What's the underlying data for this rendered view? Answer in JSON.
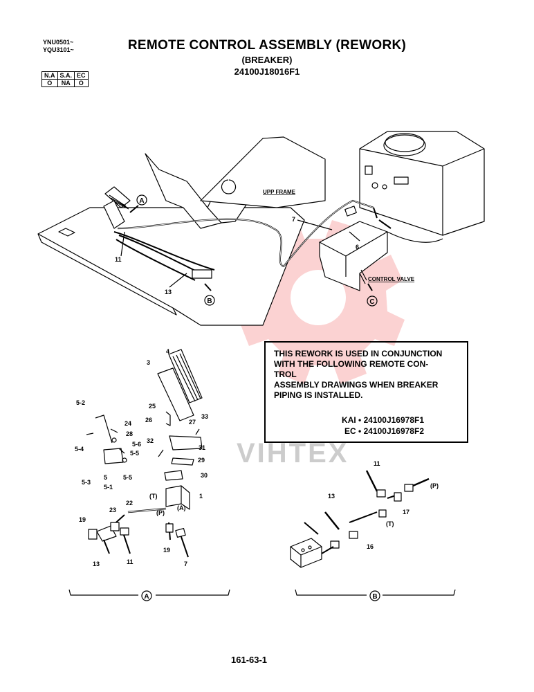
{
  "header": {
    "serial_lines": [
      "YNU0501~",
      "YQU3101~"
    ],
    "title": "REMOTE CONTROL ASSEMBLY (REWORK)",
    "subtitle": "(BREAKER)",
    "part_number": "24100J18016F1"
  },
  "applicability": {
    "headers": [
      "N.A",
      "S.A.",
      "EC"
    ],
    "values": [
      "O",
      "NA",
      "O"
    ]
  },
  "note": {
    "lines": [
      "THIS REWORK IS USED IN CONJUNCTION",
      "WITH THE FOLLOWING REMOTE CON-",
      "TROL",
      "ASSEMBLY DRAWINGS WHEN BREAKER",
      "PIPING IS INSTALLED."
    ],
    "refs": [
      "KAI • 24100J16978F1",
      "EC • 24100J16978F2"
    ]
  },
  "overview": {
    "upp_frame": "UPP FRAME",
    "control_valve": "CONTROL VALVE",
    "callouts": [
      "A",
      "B",
      "C"
    ],
    "part_labels": [
      "7",
      "6",
      "11",
      "13"
    ]
  },
  "detail_a": {
    "labels": [
      "3",
      "4",
      "5-2",
      "25",
      "26",
      "24",
      "28",
      "27",
      "33",
      "5-6",
      "5-5",
      "5-4",
      "32",
      "31",
      "29",
      "30",
      "5-3",
      "5",
      "5-5",
      "5-1",
      "(T)",
      "1",
      "22",
      "23",
      "(P)",
      "(A)",
      "19",
      "19",
      "13",
      "11",
      "7"
    ],
    "view_marker": "A"
  },
  "detail_b": {
    "labels": [
      "11",
      "(P)",
      "13",
      "17",
      "(T)",
      "16"
    ],
    "view_marker": "B"
  },
  "watermark": "VIHTEX",
  "footer": {
    "page_number": "161-63-1"
  }
}
